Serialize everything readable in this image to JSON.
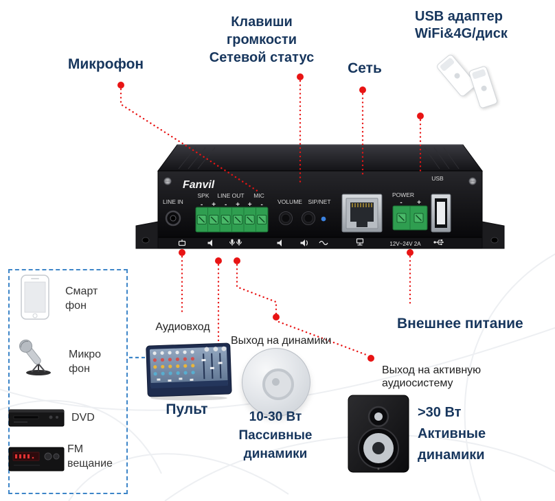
{
  "colors": {
    "accent_red": "#e81414",
    "label_navy": "#17365d",
    "dashed_blue": "#3d85c8",
    "terminal_green": "#2f9e50"
  },
  "callouts": {
    "microphone": "Микрофон",
    "volume_line1": "Клавиши",
    "volume_line2": "громкости",
    "volume_line3": "Сетевой статус",
    "network": "Сеть",
    "usb_line1": "USB адаптер",
    "usb_line2": "WiFi&4G/диск",
    "audio_in": "Аудиовход",
    "speaker_out": "Выход на динамики",
    "active_out_line1": "Выход на активную",
    "active_out_line2": "аудиосистему",
    "external_power": "Внешнее питание"
  },
  "device": {
    "brand": "Fanvil",
    "labels": {
      "line_in": "LINE IN",
      "spk": "SPK",
      "line_out": "LINE OUT",
      "mic": "MIC",
      "volume": "VOLUME",
      "sip_net": "SIP/NET",
      "power": "POWER",
      "usb": "USB",
      "power_spec": "12V~24V 2A"
    },
    "polarity_spk": [
      "-",
      "+",
      "-",
      "+",
      "+",
      "-"
    ],
    "polarity_power": [
      "-",
      "+"
    ],
    "port_icons": [
      "aux-in",
      "speaker",
      "mic",
      "mic",
      "speaker",
      "loudspeaker",
      "wave",
      "network",
      "usb"
    ]
  },
  "sources": {
    "smartphone": "Смартфон",
    "microphone": "Микрофон",
    "dvd": "DVD",
    "fm": "FM вещание"
  },
  "outputs": {
    "mixer": "Пульт",
    "passive_line1": "10-30 Вт",
    "passive_line2": "Пассивные",
    "passive_line3": "динамики",
    "active_line1": ">30 Вт",
    "active_line2": "Активные",
    "active_line3": "динамики"
  }
}
